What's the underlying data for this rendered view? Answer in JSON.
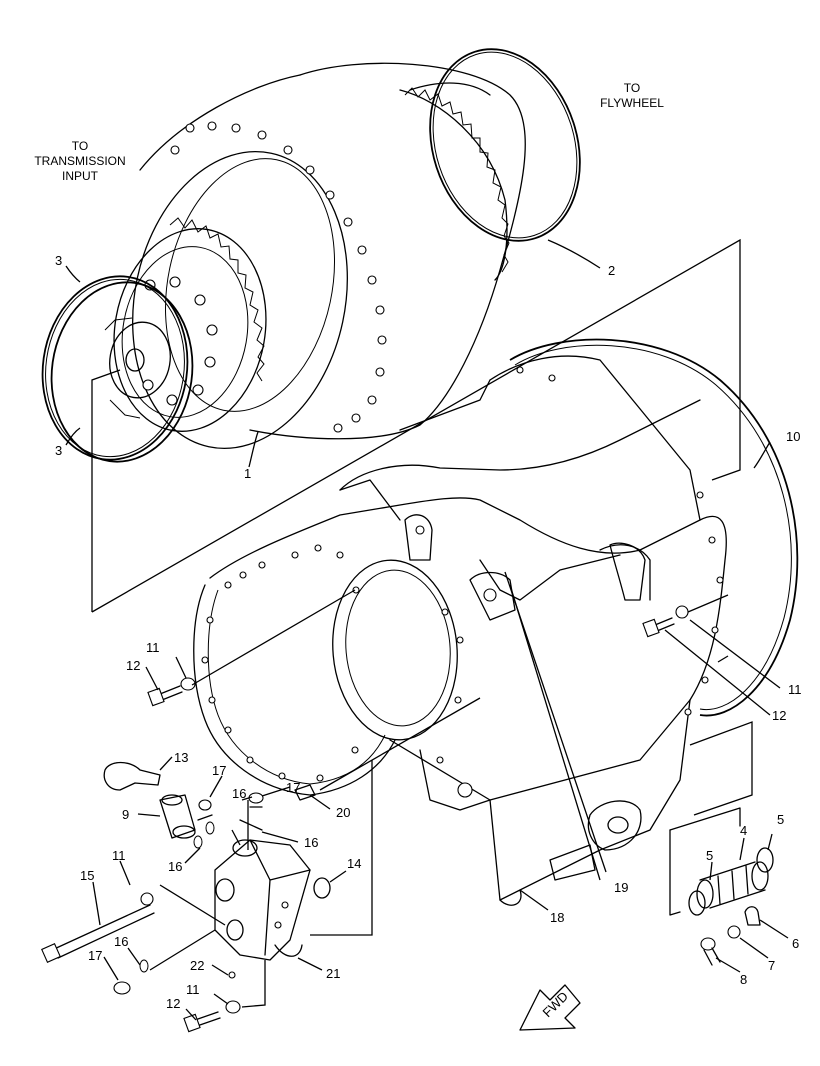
{
  "notes": {
    "to_flywheel": [
      "TO",
      "FLYWHEEL"
    ],
    "to_transmission": [
      "TO",
      "TRANSMISSION",
      "INPUT"
    ],
    "fwd_arrow": "FWD"
  },
  "callouts": {
    "c1": "1",
    "c2": "2",
    "c3a": "3",
    "c3b": "3",
    "c4": "4",
    "c5a": "5",
    "c5b": "5",
    "c6": "6",
    "c7": "7",
    "c8": "8",
    "c9": "9",
    "c10": "10",
    "c11a": "11",
    "c11b": "11",
    "c11c": "11",
    "c11d": "11",
    "c12a": "12",
    "c12b": "12",
    "c12c": "12",
    "c13": "13",
    "c14": "14",
    "c15": "15",
    "c16a": "16",
    "c16b": "16",
    "c16c": "16",
    "c16d": "16",
    "c17a": "17",
    "c17b": "17",
    "c17c": "17",
    "c18": "18",
    "c19": "19",
    "c20": "20",
    "c21": "21",
    "c22": "22"
  }
}
